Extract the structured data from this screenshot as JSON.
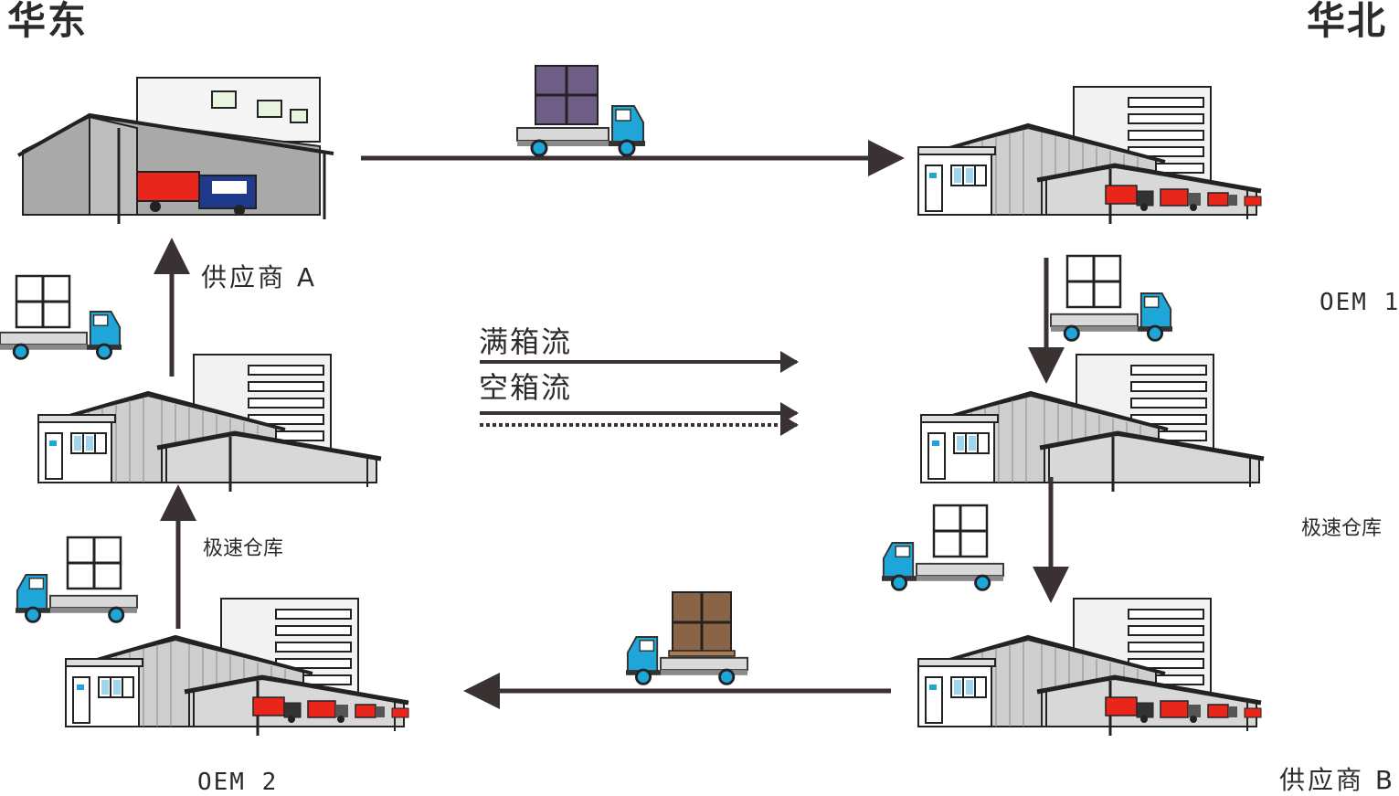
{
  "regions": {
    "east": "华东",
    "north": "华北"
  },
  "sites": {
    "supplier_a": "供应商 A",
    "oem_1": "OEM 1",
    "oem_2": "OEM 2",
    "supplier_b": "供应商 B",
    "warehouse_left": "极速仓库",
    "warehouse_right": "极速仓库"
  },
  "legend": {
    "full_flow": "满箱流",
    "empty_flow": "空箱流"
  },
  "colors": {
    "arrow": "#3a3232",
    "truck_cab": "#1fa6d8",
    "box_full_purple": "#6e5d84",
    "box_full_brown": "#8a6446",
    "box_empty": "#ffffff",
    "truck_red": "#e8261c"
  },
  "icons": [
    "factory-icon",
    "warehouse-icon",
    "truck-icon"
  ]
}
